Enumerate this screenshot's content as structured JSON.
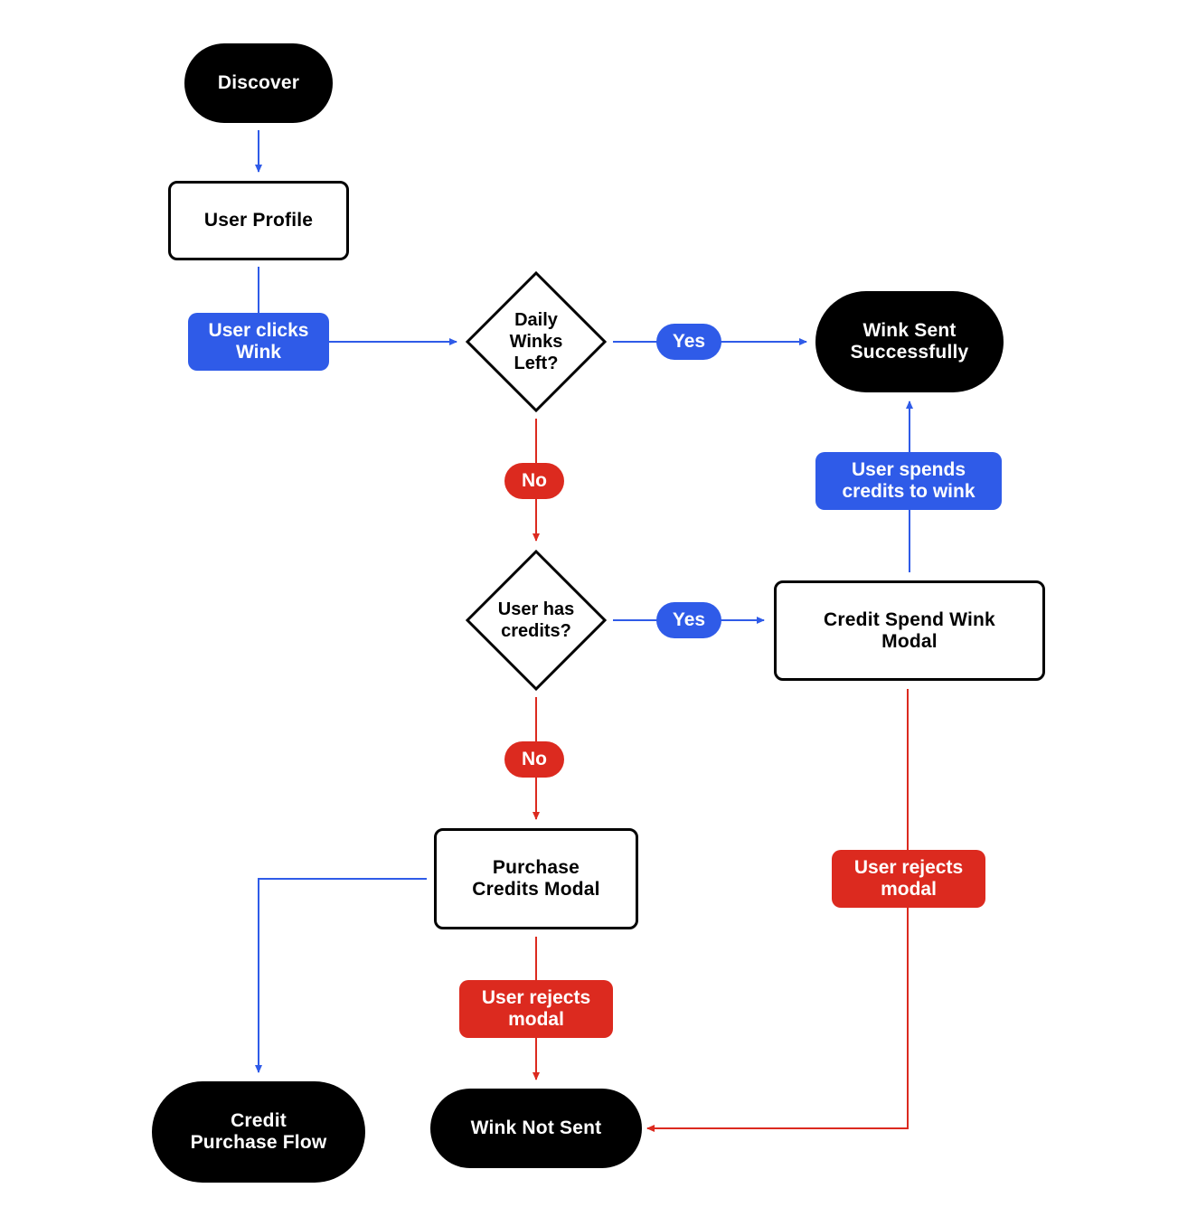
{
  "colors": {
    "blue": "#2f5be8",
    "red": "#dc2a1f",
    "terminal": "#000000",
    "process_border": "#000000"
  },
  "nodes": {
    "discover": "Discover",
    "user_profile": "User Profile",
    "daily_winks_left": "Daily\nWinks\nLeft?",
    "wink_sent": "Wink Sent\nSuccessfully",
    "user_has_credits": "User has\ncredits?",
    "credit_spend_modal": "Credit Spend Wink\nModal",
    "purchase_credits_modal": "Purchase\nCredits Modal",
    "credit_purchase_flow": "Credit\nPurchase Flow",
    "wink_not_sent": "Wink Not Sent"
  },
  "edge_labels": {
    "user_clicks_wink": "User clicks\nWink",
    "yes_daily": "Yes",
    "no_daily": "No",
    "user_spends_credits": "User spends\ncredits to wink",
    "yes_credits": "Yes",
    "no_credits": "No",
    "user_rejects_spend": "User rejects\nmodal",
    "user_rejects_purchase": "User rejects\nmodal"
  }
}
